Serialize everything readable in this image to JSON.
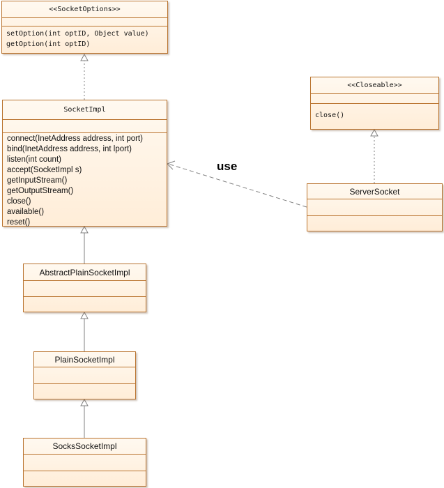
{
  "socket_options": {
    "name": "<<SocketOptions>>",
    "operations": [
      "setOption(int optID, Object value)",
      "getOption(int optID)"
    ]
  },
  "socket_impl": {
    "name": "SocketImpl",
    "operations": [
      "connect(InetAddress address, int port)",
      "bind(InetAddress address, int lport)",
      "listen(int count)",
      "accept(SocketImpl s)",
      "getInputStream()",
      "getOutputStream()",
      "close()",
      "available()",
      "reset()"
    ]
  },
  "closeable": {
    "name": "<<Closeable>>",
    "operations": [
      "close()"
    ]
  },
  "server_socket": {
    "name": "ServerSocket"
  },
  "abstract_plain_socket_impl": {
    "name": "AbstractPlainSocketImpl"
  },
  "plain_socket_impl": {
    "name": "PlainSocketImpl"
  },
  "socks_socket_impl": {
    "name": "SocksSocketImpl"
  },
  "use_label": "use",
  "colors": {
    "border": "#b9732e",
    "fill_top": "#fff9f0",
    "fill_bottom": "#ffedd8",
    "connector": "#808080"
  }
}
